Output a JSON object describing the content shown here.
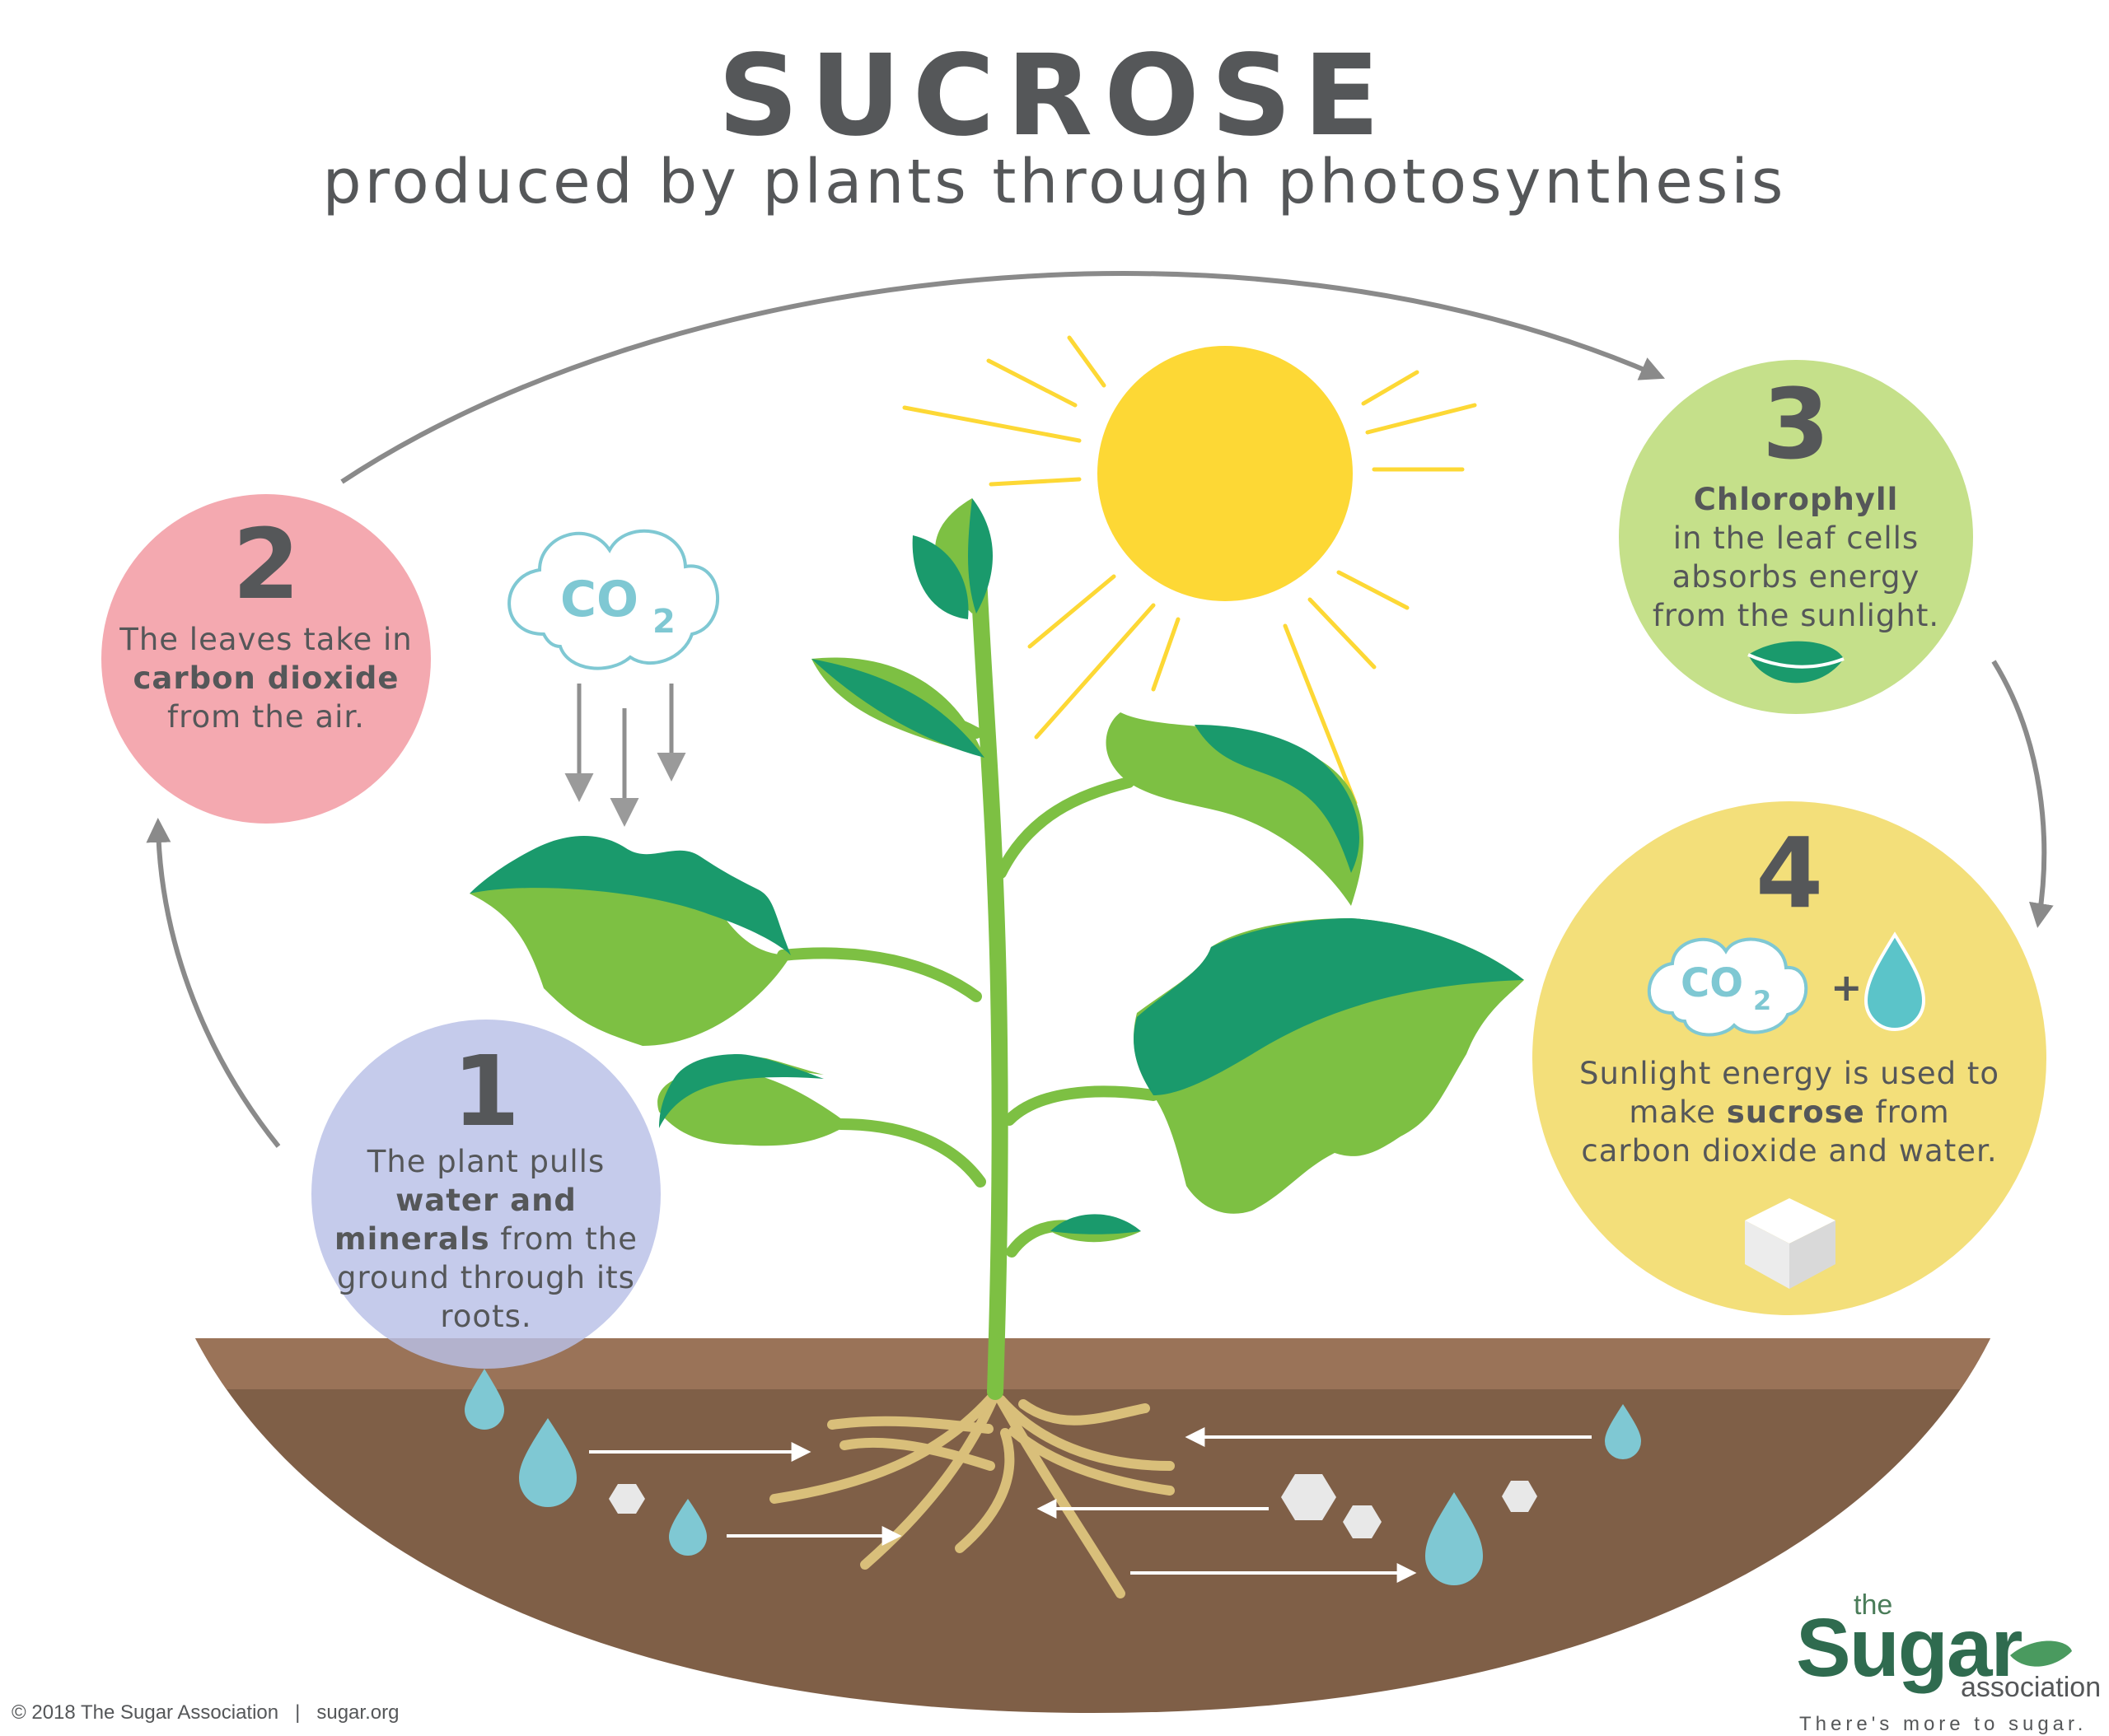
{
  "title": "SUCROSE",
  "subtitle": "produced by plants through photosynthesis",
  "steps": {
    "s1": {
      "number": "1",
      "text_a": "The plant pulls ",
      "bold": "water and minerals",
      "text_b": " from the ground through its roots."
    },
    "s2": {
      "number": "2",
      "text_a": "The leaves take in ",
      "bold": "carbon dioxide",
      "text_b": " from the air."
    },
    "s3": {
      "number": "3",
      "bold": "Chlorophyll",
      "text_b": "in the leaf cells absorbs energy from the sunlight."
    },
    "s4": {
      "number": "4",
      "text_a": "Sunlight energy is used to make ",
      "bold": "sucrose",
      "text_b": " from carbon dioxide and water.",
      "plus": "+"
    }
  },
  "co2": {
    "main": "CO",
    "sub": "2"
  },
  "footer": "© 2018 The Sugar Association   |   sugar.org",
  "logo": {
    "the": "the",
    "sugar": "Sugar",
    "association": "association",
    "tagline": "There's more to sugar."
  },
  "colors": {
    "circle1": "#c5cbe8",
    "circle2": "#f4a9b0",
    "circle3": "#c5e08a",
    "circle4": "#f3df7a",
    "sun": "#fdd835",
    "leaf_light": "#7dc043",
    "leaf_dark": "#1a9a6c",
    "stem": "#7dc043",
    "soil_top": "#9a7358",
    "soil": "#7f5f47",
    "root": "#d9bf7a",
    "water": "#7fc8d3",
    "arrow": "#8a8a8a"
  },
  "icons": [
    "co2-cloud-icon",
    "water-drop-icon",
    "leaf-icon",
    "sugar-cube-icon",
    "sun-icon",
    "mineral-hexagon-icon",
    "logo-leaf-icon"
  ]
}
